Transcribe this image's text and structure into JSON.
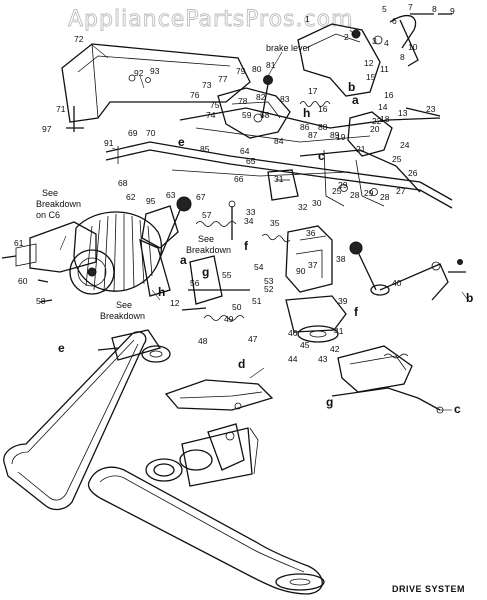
{
  "watermark": "AppliancePartsPros.com",
  "diagram_title": "DRIVE SYSTEM",
  "notes": {
    "brake_lever": "brake lever",
    "breakdown_c6_line1": "See",
    "breakdown_c6_line2": "Breakdown",
    "breakdown_c6_line3": "on C6",
    "breakdown_mid_line1": "See",
    "breakdown_mid_line2": "Breakdown",
    "breakdown_left_line1": "See",
    "breakdown_left_line2": "Breakdown"
  },
  "letters": {
    "b_top": "b",
    "a_top": "a",
    "h_top": "h",
    "e_top": "e",
    "c_mid": "c",
    "f_mid": "f",
    "a_mid": "a",
    "g_mid": "g",
    "f_right": "f",
    "b_right": "b",
    "h_left": "h",
    "e_left": "e",
    "d_low": "d",
    "g_low": "g",
    "c_low": "c"
  },
  "part_numbers": {
    "p1": "1",
    "p2": "2",
    "p3": "3",
    "p4": "4",
    "p5": "5",
    "p6": "6",
    "p7": "7",
    "p8": "8",
    "p8b": "8",
    "p9": "9",
    "p10": "10",
    "p11": "11",
    "p12": "12",
    "p12b": "12",
    "p13": "13",
    "p14": "14",
    "p15": "15",
    "p16": "16",
    "p16b": "16",
    "p17": "17",
    "p18": "18",
    "p19": "19",
    "p20": "20",
    "p21": "21",
    "p22": "22",
    "p23": "23",
    "p24": "24",
    "p25": "25",
    "p25b": "25",
    "p26": "26",
    "p27": "27",
    "p28": "28",
    "p28b": "28",
    "p29": "29",
    "p29b": "29",
    "p30": "30",
    "p31": "31",
    "p32": "32",
    "p33": "33",
    "p34": "34",
    "p35": "35",
    "p36": "36",
    "p37": "37",
    "p38": "38",
    "p39": "39",
    "p40": "40",
    "p41": "41",
    "p42": "42",
    "p43": "43",
    "p44": "44",
    "p45": "45",
    "p46": "46",
    "p47": "47",
    "p48": "48",
    "p49": "49",
    "p50": "50",
    "p51": "51",
    "p52": "52",
    "p53": "53",
    "p54": "54",
    "p55": "55",
    "p56": "56",
    "p57": "57",
    "p58": "58",
    "p58b": "58",
    "p59": "59",
    "p60": "60",
    "p61": "61",
    "p62": "62",
    "p63": "63",
    "p64": "64",
    "p65": "65",
    "p66": "66",
    "p67": "67",
    "p68": "68",
    "p69": "69",
    "p70": "70",
    "p71": "71",
    "p72": "72",
    "p73": "73",
    "p74": "74",
    "p75": "75",
    "p76": "76",
    "p77": "77",
    "p78": "78",
    "p79": "79",
    "p80": "80",
    "p81": "81",
    "p82": "82",
    "p83": "83",
    "p84": "84",
    "p85": "85",
    "p86": "86",
    "p87": "87",
    "p88": "88",
    "p89": "89",
    "p90": "90",
    "p91": "91",
    "p92": "92",
    "p93": "93",
    "p95": "95",
    "p97": "97"
  }
}
